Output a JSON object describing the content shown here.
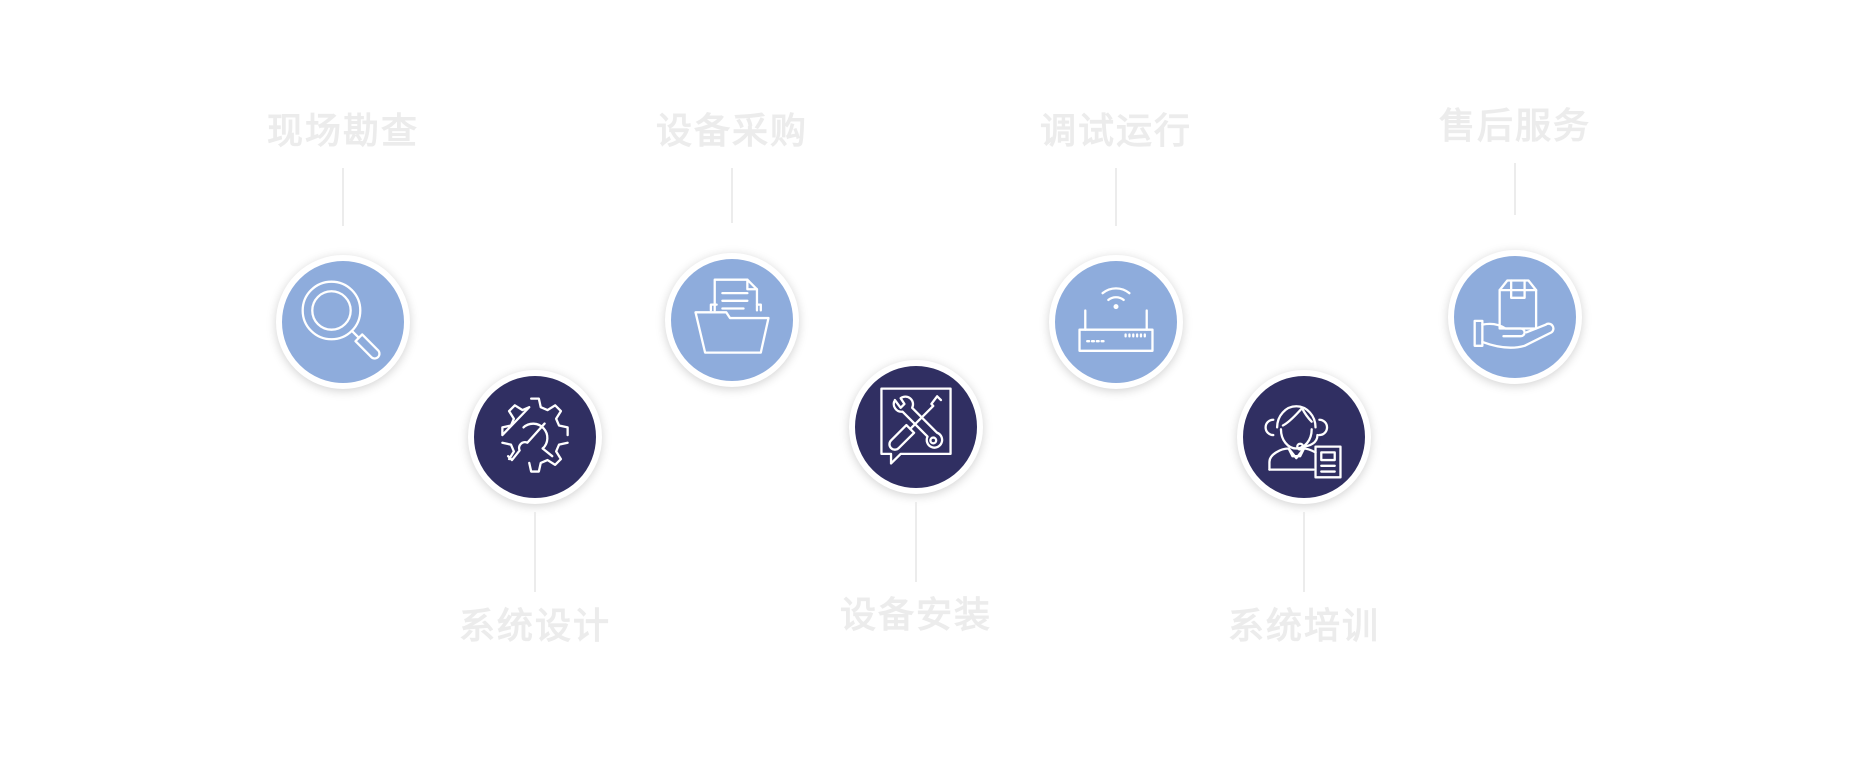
{
  "steps": [
    {
      "label": "现场勘查",
      "icon": "magnifier-icon",
      "tone": "light"
    },
    {
      "label": "系统设计",
      "icon": "gear-wrench-icon",
      "tone": "dark"
    },
    {
      "label": "设备采购",
      "icon": "folder-documents-icon",
      "tone": "light"
    },
    {
      "label": "设备安装",
      "icon": "tools-chat-icon",
      "tone": "dark"
    },
    {
      "label": "调试运行",
      "icon": "router-wifi-icon",
      "tone": "light"
    },
    {
      "label": "系统培训",
      "icon": "trainer-headset-icon",
      "tone": "dark"
    },
    {
      "label": "售后服务",
      "icon": "hand-box-icon",
      "tone": "light"
    }
  ],
  "colors": {
    "light_circle": "#8eacdc",
    "dark_circle": "#302f62",
    "label_text": "#ececec",
    "connector": "#ececec"
  }
}
